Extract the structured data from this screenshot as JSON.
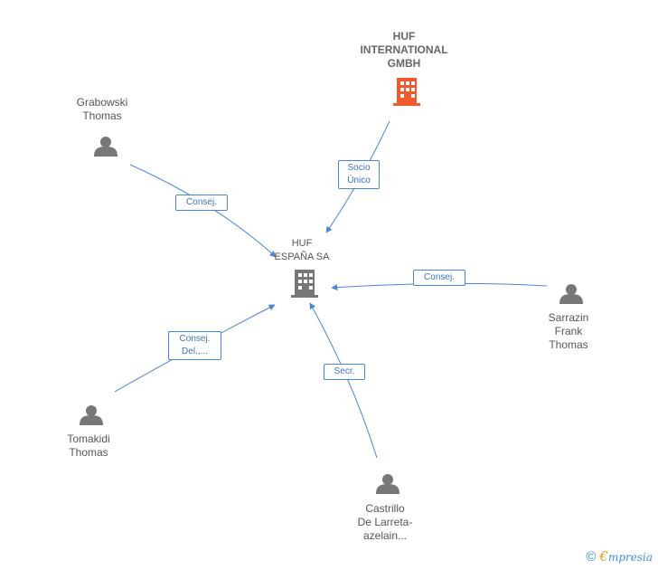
{
  "nodes": {
    "huf_int": {
      "lines": [
        "HUF",
        "INTERNATIONAL",
        "GMBH"
      ],
      "icon": "building-icon",
      "color": "#f05a2c"
    },
    "huf_es": {
      "lines": [
        "HUF",
        "ESPAÑA SA"
      ],
      "icon": "building-icon",
      "color": "#777777"
    },
    "grabowski": {
      "lines": [
        "Grabowski",
        "Thomas"
      ],
      "icon": "person-icon"
    },
    "sarrazin": {
      "lines": [
        "Sarrazin",
        "Frank",
        "Thomas"
      ],
      "icon": "person-icon"
    },
    "tomakidi": {
      "lines": [
        "Tomakidi",
        "Thomas"
      ],
      "icon": "person-icon"
    },
    "castrillo": {
      "lines": [
        "Castrillo",
        "De Larreta-",
        "azelain..."
      ],
      "icon": "person-icon"
    }
  },
  "edges": {
    "socio": {
      "lines": [
        "Socio",
        "Único"
      ]
    },
    "consej_g": {
      "lines": [
        "Consej."
      ]
    },
    "consej_s": {
      "lines": [
        "Consej."
      ]
    },
    "consej_t": {
      "lines": [
        "Consej.",
        "Del.,..."
      ]
    },
    "secr": {
      "lines": [
        "Secr."
      ]
    }
  },
  "colors": {
    "edge": "#4a86d8",
    "person": "#777777",
    "accent": "#f05a2c"
  },
  "footer": {
    "copyright": "©",
    "brand_first": "€",
    "brand_rest": "mpresia"
  }
}
